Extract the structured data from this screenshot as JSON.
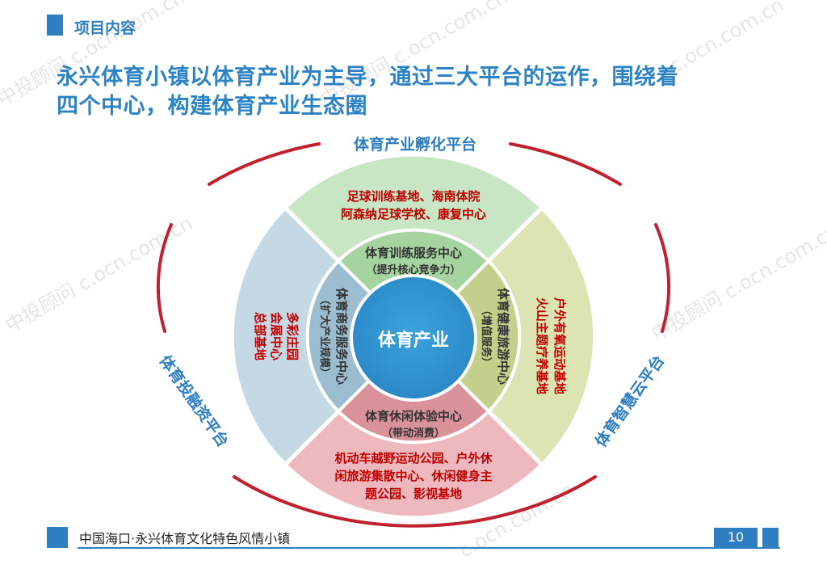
{
  "header": {
    "section": "项目内容"
  },
  "title": {
    "line1": "永兴体育小镇以体育产业为主导，通过三大平台的运作，围绕着",
    "line2": "四个中心，构建体育产业生态圈"
  },
  "diagram": {
    "core": "体育产业",
    "platforms": {
      "top": "体育产业孵化平台",
      "left": "体育投融资平台",
      "right": "体育智慧云平台"
    },
    "centers": {
      "top": {
        "name": "体育训练服务中心",
        "sub": "（提升核心竞争力）"
      },
      "right": {
        "name": "体育健康旅游中心",
        "sub": "（增值服务）"
      },
      "bottom": {
        "name": "体育休闲体验中心",
        "sub": "（带动消费）"
      },
      "left": {
        "name": "体育商务服务中心",
        "sub": "（扩大产业规模）"
      }
    },
    "outer": {
      "top": [
        "足球训练基地、海南体院",
        "阿森纳足球学校、康复中心"
      ],
      "right": [
        "户外有氧运动基地",
        "火山主题疗养基地"
      ],
      "bottom": [
        "机动车越野运动公园、户外休",
        "闲旅游集散中心、休闲健身主",
        "题公园、影视基地"
      ],
      "left": [
        "多彩庄园",
        "会展中心",
        "总部基地"
      ]
    },
    "colors": {
      "top": "#c8e6c4",
      "right": "#dce4b4",
      "bottom": "#eeb9be",
      "left": "#c5d9e4",
      "core": "#2e93cf",
      "ring": "#c0212f",
      "red_text": "#c00000",
      "dark_text": "#333333"
    }
  },
  "watermarks": [
    "中投顾问 c.ocn.com.cn",
    "中投顾问 c.ocn.com.cn",
    "c.ocn.com.cn",
    "中投顾问 c.ocn.com.cn",
    "中投顾问 c.ocn.com.cn",
    "中投顾问 c.ocn.com.cn",
    "c.ocn.com.cn"
  ],
  "footer": {
    "text": "中国海口·永兴体育文化特色风情小镇",
    "page": "10"
  }
}
